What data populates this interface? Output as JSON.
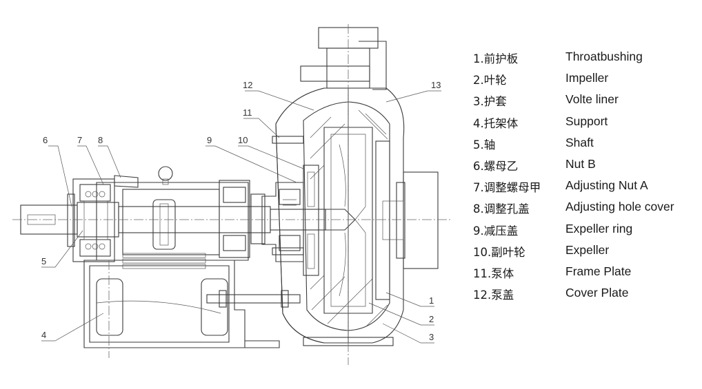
{
  "callouts": {
    "n1": "1",
    "n2": "2",
    "n3": "3",
    "n4": "4",
    "n5": "5",
    "n6": "6",
    "n7": "7",
    "n8": "8",
    "n9": "9",
    "n10": "10",
    "n11": "11",
    "n12": "12",
    "n13": "13"
  },
  "legend": [
    {
      "cn": "1.前护板",
      "en": "Throatbushing"
    },
    {
      "cn": "2.叶轮",
      "en": "Impeller"
    },
    {
      "cn": "3.护套",
      "en": "Volte liner"
    },
    {
      "cn": "4.托架体",
      "en": "Support"
    },
    {
      "cn": "5.轴",
      "en": "Shaft"
    },
    {
      "cn": "6.螺母乙",
      "en": "Nut B"
    },
    {
      "cn": "7.调整螺母甲",
      "en": "Adjusting Nut A"
    },
    {
      "cn": "8.调整孔盖",
      "en": "Adjusting hole cover"
    },
    {
      "cn": "9.减压盖",
      "en": "Expeller ring"
    },
    {
      "cn": "10.副叶轮",
      "en": "Expeller"
    },
    {
      "cn": "11.泵体",
      "en": "Frame Plate"
    },
    {
      "cn": "12.泵盖",
      "en": "Cover Plate"
    }
  ],
  "colors": {
    "support": "#f2efc2",
    "support_gray": "#d9d9d9",
    "shaft": "#e2e2e2",
    "bearing_teal": "#bfe6e0",
    "blue": "#bcd6f0",
    "pink": "#f3c1cf",
    "salmon": "#f4cab4",
    "mint": "#c9ebdf",
    "impeller": "#d8d8d8",
    "outline": "#3a3a3a"
  }
}
